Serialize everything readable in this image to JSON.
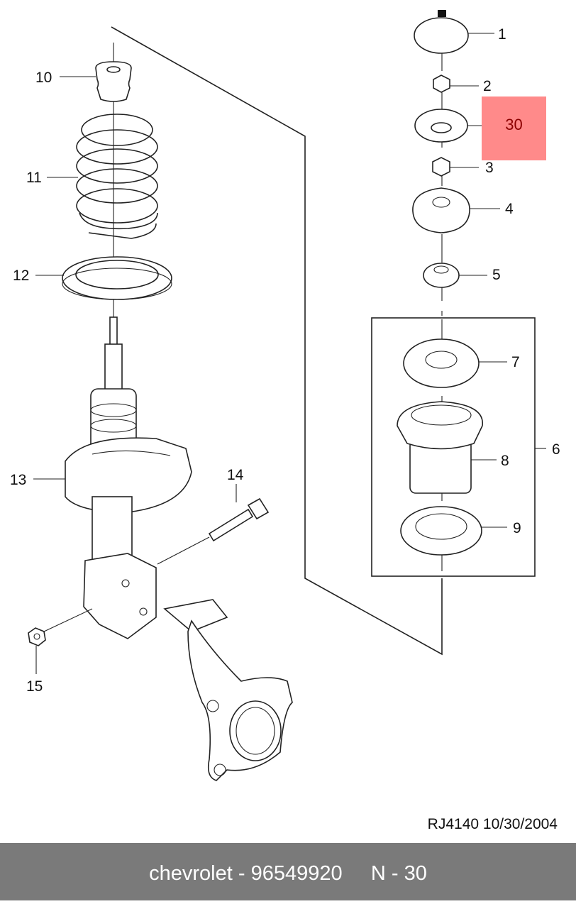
{
  "callouts": {
    "p1": "1",
    "p2": "2",
    "p3": "3",
    "p4": "4",
    "p5": "5",
    "p6": "6",
    "p7": "7",
    "p8": "8",
    "p9": "9",
    "p10": "10",
    "p11": "11",
    "p12": "12",
    "p13": "13",
    "p14": "14",
    "p15": "15"
  },
  "highlight": {
    "label": "30",
    "color": "#ff8a8a"
  },
  "drawing_ref": "RJ4140  10/30/2004",
  "footer": {
    "text": "chevrolet - 96549920     N - 30",
    "background": "#7a7a7a"
  }
}
